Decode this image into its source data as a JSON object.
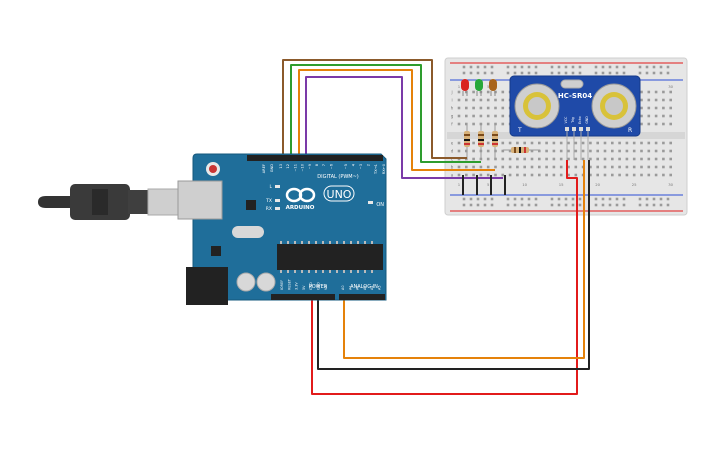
{
  "arduino": {
    "brand": "ARDUINO",
    "model": "UNO",
    "digital_label": "DIGITAL (PWM~)",
    "power_label": "POWER",
    "analog_label": "ANALOG IN",
    "on_label": "ON",
    "tx_label": "TX",
    "rx_label": "RX",
    "l_label": "L",
    "aref_label": "AREF",
    "gnd_label": "GND",
    "digital_pins": [
      "13",
      "12",
      "~11",
      "~10",
      "~9",
      "8",
      "7",
      "~6",
      "~5",
      "4",
      "~3",
      "2",
      "TX→1",
      "RX←0"
    ],
    "power_pins": [
      "IOREF",
      "RESET",
      "3.3V",
      "5V",
      "GND",
      "GND",
      "Vin"
    ],
    "analog_pins": [
      "A0",
      "A1",
      "A2",
      "A3",
      "A4",
      "A5"
    ]
  },
  "sensor": {
    "name": "HC-SR04",
    "pins": [
      "VCC",
      "Trig",
      "Echo",
      "GND"
    ],
    "left_mark": "T",
    "right_mark": "R"
  },
  "breadboard": {
    "column_numbers": [
      "1",
      "5",
      "10",
      "15",
      "20",
      "25",
      "30"
    ],
    "row_letters_top": [
      "j",
      "i",
      "h",
      "g",
      "f"
    ],
    "row_letters_bottom": [
      "e",
      "d",
      "c",
      "b",
      "a"
    ]
  },
  "leds": [
    {
      "name": "red-led",
      "color": "#d9231f"
    },
    {
      "name": "green-led",
      "color": "#27a83a"
    },
    {
      "name": "yellow-led",
      "color": "#a8641c"
    }
  ],
  "wire_colors": {
    "brown": "#8b5a2b",
    "green": "#2e9d2e",
    "orange": "#e5820a",
    "purple": "#7b3aa8",
    "red": "#e21b1b",
    "black": "#222222"
  }
}
